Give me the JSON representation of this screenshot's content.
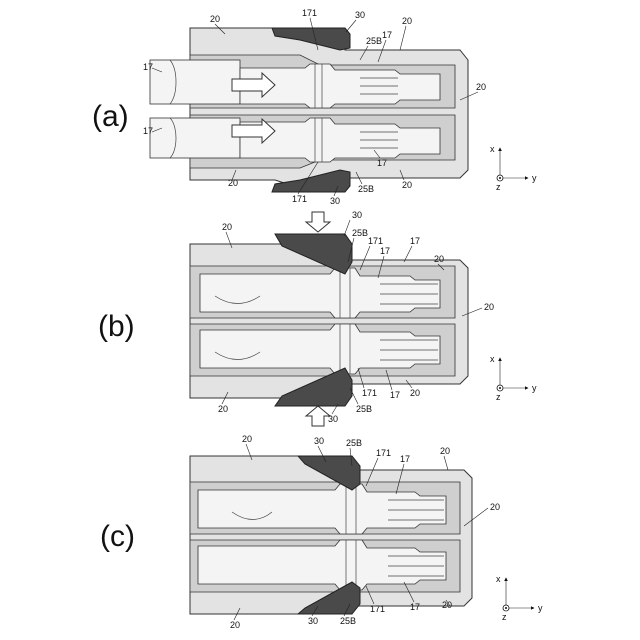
{
  "panels": {
    "a": {
      "label": "(a)",
      "labels": {
        "top_20_left": "20",
        "top_171": "171",
        "top_30": "30",
        "top_25b": "25B",
        "top_17": "17",
        "top_20_right": "20",
        "left_17_top": "17",
        "left_17_bottom": "17",
        "right_20": "20",
        "bot_20_left": "20",
        "bot_171": "171",
        "bot_30": "30",
        "bot_25b": "25B",
        "bot_17": "17",
        "bot_20_right": "20"
      },
      "axes": {
        "x": "x",
        "y": "y",
        "z": "z"
      }
    },
    "b": {
      "label": "(b)",
      "labels": {
        "top_20_left": "20",
        "top_30": "30",
        "top_25b": "25B",
        "top_171": "171",
        "top_17_a": "17",
        "top_17_b": "17",
        "top_20_right": "20",
        "right_20": "20",
        "bot_20_left": "20",
        "bot_30": "30",
        "bot_25b": "25B",
        "bot_171": "171",
        "bot_17": "17",
        "bot_20_right": "20"
      },
      "axes": {
        "x": "x",
        "y": "y",
        "z": "z"
      }
    },
    "c": {
      "label": "(c)",
      "labels": {
        "top_20_left": "20",
        "top_30": "30",
        "top_25b": "25B",
        "top_171": "171",
        "top_17": "17",
        "top_20_right": "20",
        "right_20": "20",
        "bot_20_left": "20",
        "bot_30": "30",
        "bot_25b": "25B",
        "bot_171": "171",
        "bot_17": "17",
        "bot_20_right": "20"
      },
      "axes": {
        "x": "x",
        "y": "y",
        "z": "z"
      }
    }
  }
}
